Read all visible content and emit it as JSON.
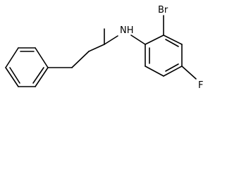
{
  "molecule": {
    "atoms": {
      "amine": "NH",
      "bromine": "Br",
      "fluorine": "F"
    }
  }
}
